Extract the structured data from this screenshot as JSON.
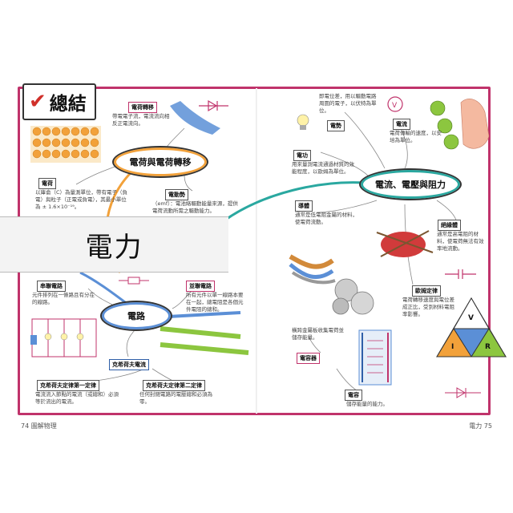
{
  "summary": {
    "check_glyph": "✔",
    "label": "總結"
  },
  "title": "電力",
  "concepts": {
    "charge": "電荷與電荷轉移",
    "current": "電流、電壓與阻力",
    "circuit": "電路"
  },
  "tags": {
    "charge_transfer": "電荷轉移",
    "charge": "電荷",
    "emf": "電動勢",
    "potential": "電勢",
    "current": "電流",
    "power": "電功",
    "conductor": "導體",
    "insulator": "絕緣體",
    "ohm": "歐姆定律",
    "series": "串聯電路",
    "parallel": "並聯電路",
    "kirchhoff": "克希荷夫電流",
    "kirchhoff_1": "克希荷夫定律第一定律",
    "kirchhoff_2": "克希荷夫定律第二定律",
    "capacitor": "電容器",
    "capacitance": "電容"
  },
  "notes": {
    "charge_transfer": "帶電電子流，電流流向相反正電流向。",
    "charge": "以庫侖（C）為量測單位，帶有電子（負電）與粒子（正電或負電），其最小單位為 ± 1.6×10⁻¹⁹。",
    "emf": "（emf）：電池絡驅動能量來源，提供電荷流動所需之驅動能力。",
    "potential": "即電位差，用以驅動電路周圍的電子，以伏特為單位。",
    "current": "電荷傳輸的速度，以安培為單位。",
    "power": "用來量測電流通過材質的效能程度，以歐姆為單位。",
    "conductor": "通常是低電阻金屬的材料，使電荷流動。",
    "insulator": "通常是高電阻的材料，使電荷無法有效率地流動。",
    "ohm": "電荷轉移速度與電位差成正比，受到材料電阻率影響。",
    "series": "元件排列在一條路且有分在的線路。",
    "parallel": "所有元件以單一線路本要在一起，總電阻是各個元件電阻的總和。",
    "kirchhoff_1": "電流流入節點的電流（或總和）必須等於流出的電流。",
    "kirchhoff_2": "任何封閉電路的電壓總和必須為零。",
    "capacitor": "橫跨金屬板收集電荷並儲存能量。",
    "capacitance": "儲存能量的能力。"
  },
  "triangle": {
    "top": "V",
    "left": "I",
    "right": "R"
  },
  "pages": {
    "left": "74 圖解物理",
    "right": "電力 75"
  },
  "colors": {
    "frame": "#c0336b",
    "orange": "#f2a13a",
    "teal": "#2aa8a0"
  }
}
